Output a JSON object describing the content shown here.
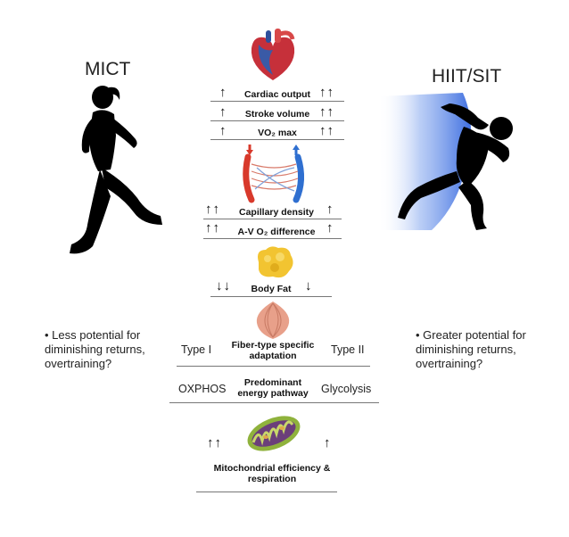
{
  "left": {
    "title": "MICT",
    "note": "• Less potential for\ndiminishing returns,\novertraining?"
  },
  "right": {
    "title": "HIIT/SIT",
    "note": "• Greater potential for\ndiminishing returns,\novertraining?"
  },
  "heart_rows": [
    {
      "label": "Cardiac output",
      "left_arrows": "↑",
      "right_arrows": "↑↑"
    },
    {
      "label": "Stroke volume",
      "left_arrows": "↑",
      "right_arrows": "↑↑"
    },
    {
      "label": "VO₂ max",
      "left_arrows": "↑",
      "right_arrows": "↑↑"
    }
  ],
  "capillary_rows": [
    {
      "label": "Capillary density",
      "left_arrows": "↑↑",
      "right_arrows": "↑"
    },
    {
      "label": "A-V O₂ difference",
      "left_arrows": "↑↑",
      "right_arrows": "↑"
    }
  ],
  "fat_row": {
    "label": "Body Fat",
    "left_arrows": "↓↓",
    "right_arrows": "↓"
  },
  "fiber_row": {
    "label": "Fiber-type specific\nadaptation",
    "left_text": "Type I",
    "right_text": "Type II"
  },
  "energy_row": {
    "label": "Predominant\nenergy pathway",
    "left_text": "OXPHOS",
    "right_text": "Glycolysis"
  },
  "mito_row": {
    "label": "Mitochondrial efficiency &\nrespiration",
    "left_arrows": "↑↑",
    "right_arrows": "↑"
  },
  "colors": {
    "silhouette": "#000000",
    "speed_blue": "#3f6fe0",
    "artery_red": "#d8392b",
    "vein_blue": "#2f6fd0",
    "fat_yellow": "#f2c431",
    "muscle_pink": "#e8a08a",
    "mito_green": "#8fb23c"
  }
}
